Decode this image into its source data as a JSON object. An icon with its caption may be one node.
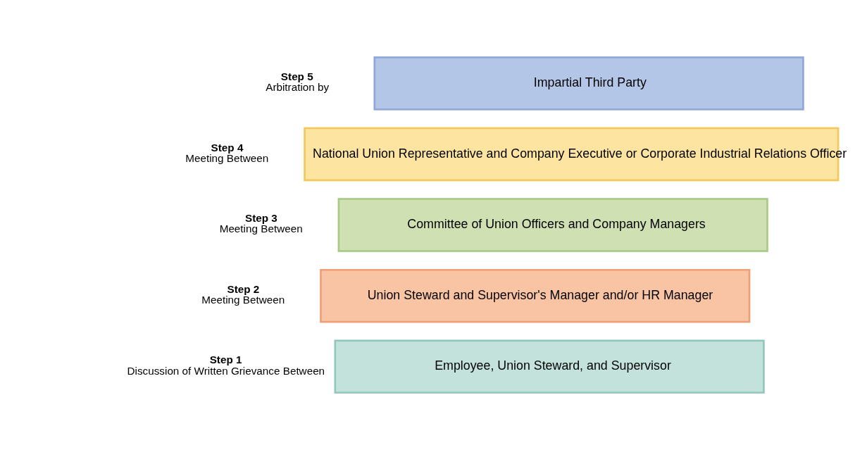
{
  "diagram": {
    "nodes": [
      {
        "text": [
          "Impartial Third Party"
        ],
        "beside": [
          "Step 5",
          "Arbitration by"
        ]
      },
      {
        "text": [
          "National Union Representative and Company Executive or Corporate Industrial Relations Officer"
        ],
        "beside": [
          "Step 4",
          "Meeting Between"
        ]
      },
      {
        "text": [
          "Committee of Union Officers and Company Managers"
        ],
        "beside": [
          "Step 3",
          "Meeting Between"
        ]
      },
      {
        "text": [
          "Union Steward and Supervisor's Manager and/or HR Manager"
        ],
        "beside": [
          "Step 2",
          "Meeting Between"
        ]
      },
      {
        "text": [
          "Employee, Union Steward, and Supervisor"
        ],
        "beside": [
          "Step 1",
          "Discussion of Written Grievance Between"
        ]
      }
    ],
    "edges": []
  }
}
